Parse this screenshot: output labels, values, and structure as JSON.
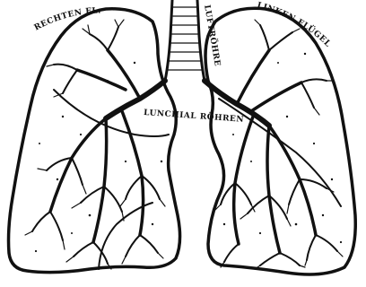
{
  "diagram": {
    "style": "engraving",
    "ink_color": "#111111",
    "paper_color": "#ffffff",
    "labels": {
      "right_wing": "RECHTEN FL.",
      "air_tube": "LUFTRÖHRE",
      "left_wing": "LINKEN FLÜGEL",
      "bronchial_tubes": "LUNCHIAL RÖHREN"
    }
  }
}
